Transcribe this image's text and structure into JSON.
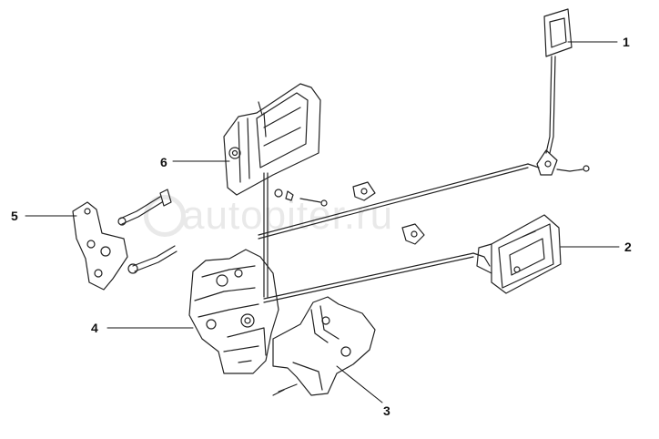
{
  "watermark": {
    "text": "autopiter.ru"
  },
  "callouts": [
    {
      "id": "c1",
      "label": "1"
    },
    {
      "id": "c2",
      "label": "2"
    },
    {
      "id": "c3",
      "label": "3"
    },
    {
      "id": "c4",
      "label": "4"
    },
    {
      "id": "c5",
      "label": "5"
    },
    {
      "id": "c6",
      "label": "6"
    }
  ],
  "colors": {
    "line": "#222222",
    "watermark": "#e9e9e9"
  }
}
